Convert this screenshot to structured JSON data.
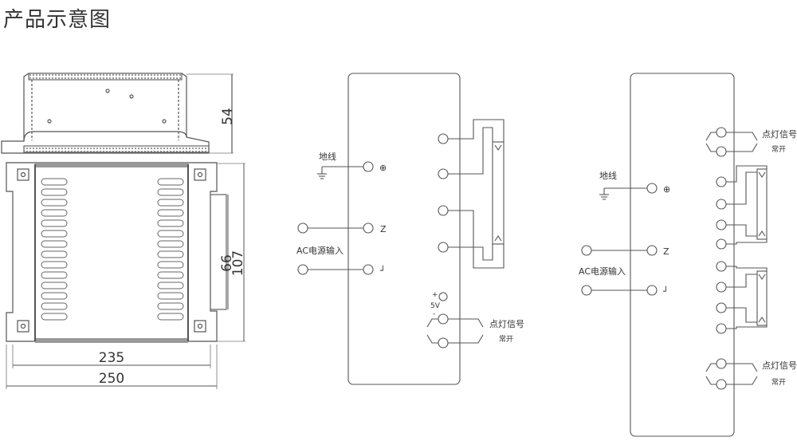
{
  "title": "产品示意图",
  "dimensions": {
    "height_side": "54",
    "inner_height": "66",
    "outer_height": "107",
    "inner_width": "235",
    "outer_width": "250"
  },
  "diagram_center": {
    "ground_label": "地线",
    "ac_input_label": "AC电源输入",
    "ground_symbol": "⊕",
    "terminal_n": "Z",
    "terminal_l": "┘",
    "plus_5v": "+",
    "v5_label": "5V",
    "minus": "-",
    "signal_label": "点灯信号",
    "normally_open": "常开"
  },
  "diagram_right": {
    "ground_label": "地线",
    "ac_input_label": "AC电源输入",
    "ground_symbol": "⊕",
    "terminal_n": "Z",
    "terminal_l": "┘",
    "signal_label_top": "点灯信号",
    "normally_open_top": "常开",
    "signal_label_bottom": "点灯信号",
    "normally_open_bottom": "常开"
  }
}
